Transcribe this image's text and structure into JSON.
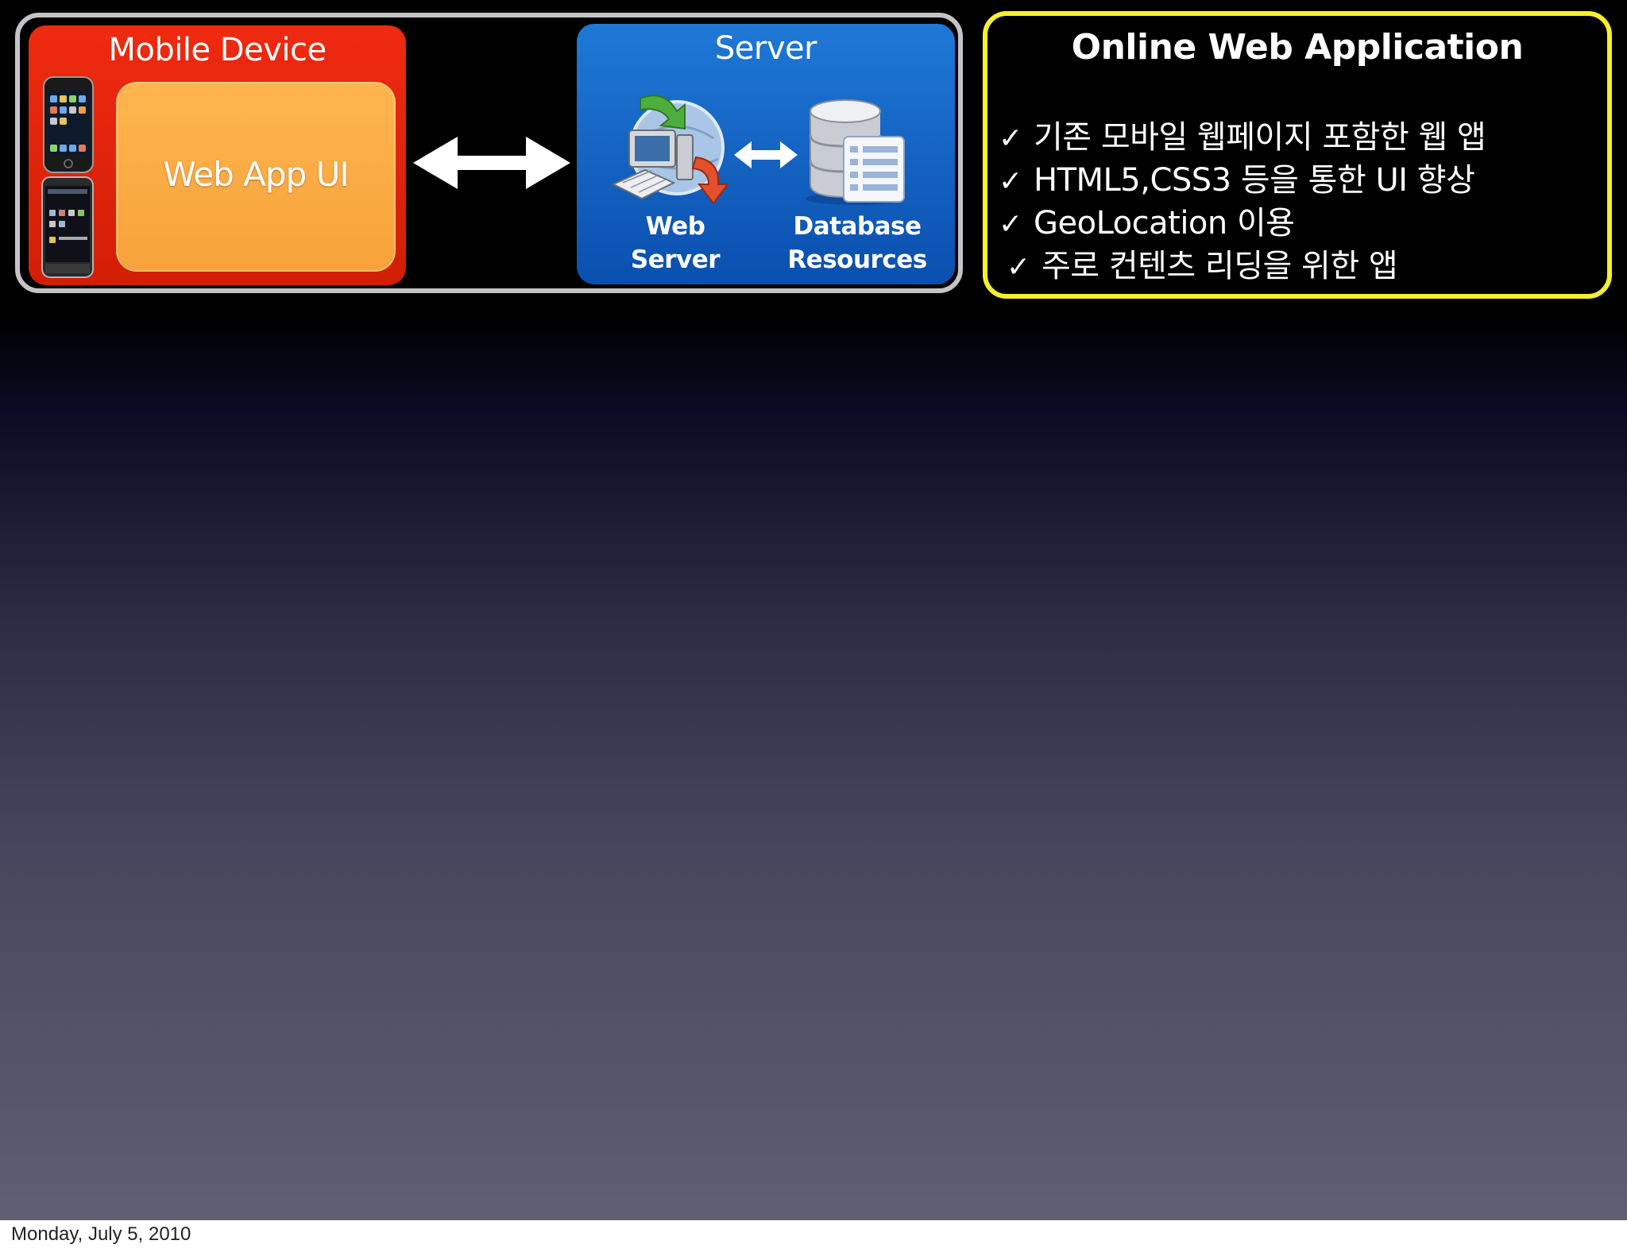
{
  "mobile_device": {
    "title": "Mobile Device",
    "web_app_label": "Web App UI"
  },
  "server": {
    "title": "Server",
    "web_server_label_line1": "Web",
    "web_server_label_line2": "Server",
    "database_label_line1": "Database",
    "database_label_line2": "Resources"
  },
  "info": {
    "title": "Online Web Application",
    "check_glyph": "✓",
    "bullets": [
      "기존 모바일 웹페이지 포함한 웹 앱",
      "HTML5,CSS3 등을 통한 UI 향상",
      "GeoLocation 이용",
      "주로 컨텐츠 리딩을 위한 앱"
    ]
  },
  "footer": {
    "date": "Monday, July 5, 2010"
  },
  "colors": {
    "mobile_box": "#e0240b",
    "web_app_panel": "#fbab43",
    "server_box": "#0f60c2",
    "info_border": "#f6f02e",
    "outer_frame": "#c4c4c8"
  },
  "icons": [
    "smartphone-iphone-icon",
    "smartphone-android-icon",
    "bidirectional-arrow-icon",
    "web-server-icon",
    "database-icon"
  ]
}
